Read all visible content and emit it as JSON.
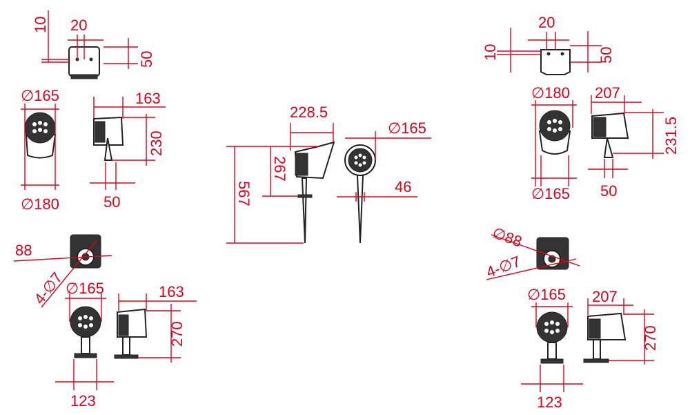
{
  "drawing": {
    "accent_color": "#e0001b",
    "views": {
      "top_left": {
        "bracket_top": {
          "w1": "10",
          "w2": "20",
          "h": "50"
        },
        "front": {
          "d_top": "∅165",
          "d_bottom": "∅180"
        },
        "side": {
          "depth": "163",
          "height": "230",
          "base": "50"
        }
      },
      "center_spike": {
        "side": {
          "depth": "228.5",
          "h_head": "267",
          "h_total": "567"
        },
        "front": {
          "d": "∅165",
          "stake": "46"
        }
      },
      "top_right": {
        "bracket_top": {
          "w1": "10",
          "w2": "20",
          "h": "50"
        },
        "front": {
          "d_top": "∅180",
          "d_bottom": "∅165"
        },
        "side": {
          "depth": "207",
          "height": "231.5",
          "base": "50"
        }
      },
      "bottom_left": {
        "base_top": {
          "d": "88",
          "holes": "4-∅7"
        },
        "front": {
          "d": "∅165",
          "base": "123"
        },
        "side": {
          "depth": "163",
          "height": "270"
        }
      },
      "bottom_right": {
        "base_top": {
          "d": "∅88",
          "holes": "4-∅7"
        },
        "front": {
          "d": "∅165",
          "base": "123"
        },
        "side": {
          "depth": "207",
          "height": "270"
        }
      }
    }
  }
}
